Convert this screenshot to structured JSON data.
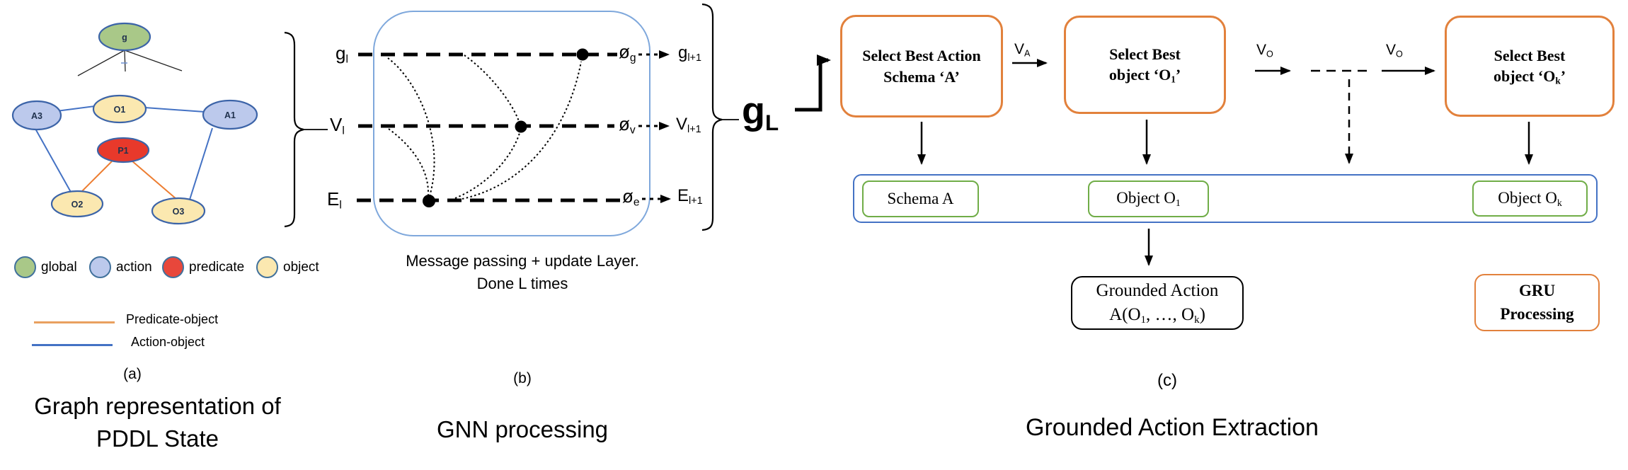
{
  "panel_a": {
    "nodes": {
      "g": "g",
      "o1": "O1",
      "a3": "A3",
      "a1": "A1",
      "p1": "P1",
      "o2": "O2",
      "o3": "O3"
    },
    "legend_types": [
      {
        "label": "global",
        "color": "#A9C888"
      },
      {
        "label": "action",
        "color": "#BCC9EC"
      },
      {
        "label": "predicate",
        "color": "#E8473B"
      },
      {
        "label": "object",
        "color": "#FBE8B0"
      }
    ],
    "legend_edges": [
      {
        "label": "Predicate-object",
        "color": "#E9A05F"
      },
      {
        "label": "Action-object",
        "color": "#4472C4"
      }
    ],
    "tag": "(a)",
    "caption_line1": "Graph representation of",
    "caption_line2": "PDDL State"
  },
  "panel_b": {
    "rows": [
      {
        "base": "g",
        "sub": "l",
        "phi": "ø",
        "phi_sub": "g",
        "out_base": "g",
        "out_sub": "l+1"
      },
      {
        "base": "V",
        "sub": "l",
        "phi": "ø",
        "phi_sub": "v",
        "out_base": "V",
        "out_sub": "l+1"
      },
      {
        "base": "E",
        "sub": "l",
        "phi": "ø",
        "phi_sub": "e",
        "out_base": "E",
        "out_sub": "l+1"
      }
    ],
    "gl_out": {
      "base": "g",
      "sub": "L"
    },
    "caption_line1": "Message passing + update Layer.",
    "caption_line2": "Done L times",
    "tag": "(b)",
    "caption": "GNN processing",
    "box_border_color": "#7FA8DC"
  },
  "panel_c": {
    "select_schema": {
      "line1": "Select Best Action",
      "line2": "Schema ‘A’"
    },
    "select_o1": {
      "line1": "Select Best",
      "line2_pre": "object ‘O",
      "line2_sub": "1",
      "line2_post": "’"
    },
    "select_ok": {
      "line1": "Select Best",
      "line2_pre": "object ‘O",
      "line2_sub": "k",
      "line2_post": "’"
    },
    "arrow_va": {
      "base": "V",
      "sub": "A"
    },
    "arrow_vo1": {
      "base": "V",
      "sub": "O"
    },
    "arrow_vo2": {
      "base": "V",
      "sub": "O"
    },
    "schema_a": {
      "label": "Schema A"
    },
    "object_o1": {
      "pre": "Object O",
      "sub": "1"
    },
    "object_ok": {
      "pre": "Object O",
      "sub": "k"
    },
    "grounded": {
      "line1": "Grounded Action",
      "pre": "A(O",
      "sub1": "1",
      "mid": ", …, O",
      "sub2": "k",
      "post": ")"
    },
    "gru": {
      "line1": "GRU",
      "line2": "Processing"
    },
    "tag": "(c)",
    "caption": "Grounded Action Extraction",
    "colors": {
      "orange_box": "#E2813C",
      "blue_container": "#4472C4",
      "green_box": "#70AD47"
    }
  }
}
